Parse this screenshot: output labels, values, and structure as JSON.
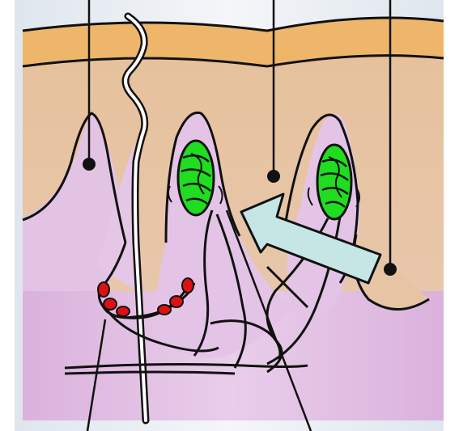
{
  "diagram": {
    "labels": [],
    "colors": {
      "page_background": "#ffffff",
      "panel_background": "#dfe6ee",
      "epidermis_band": "#efb56b",
      "dermis": "#e7c4a0",
      "dermis_papilla": "#e8bfe0",
      "tissue_pink": "#e2c3e3",
      "sensory_corpuscle_green": "#20dd20",
      "free_nerve_ending_red": "#dd1111",
      "arrow_fill": "#c6e6e6",
      "outline": "#111111",
      "hair_shaft": "#ffffff"
    },
    "elements": [
      "skin-surface-band",
      "hair-shaft",
      "meissner-corpuscle-left",
      "meissner-corpuscle-right",
      "free-nerve-endings",
      "nerve-fibers",
      "pointer-arrow",
      "leader-lines"
    ]
  }
}
